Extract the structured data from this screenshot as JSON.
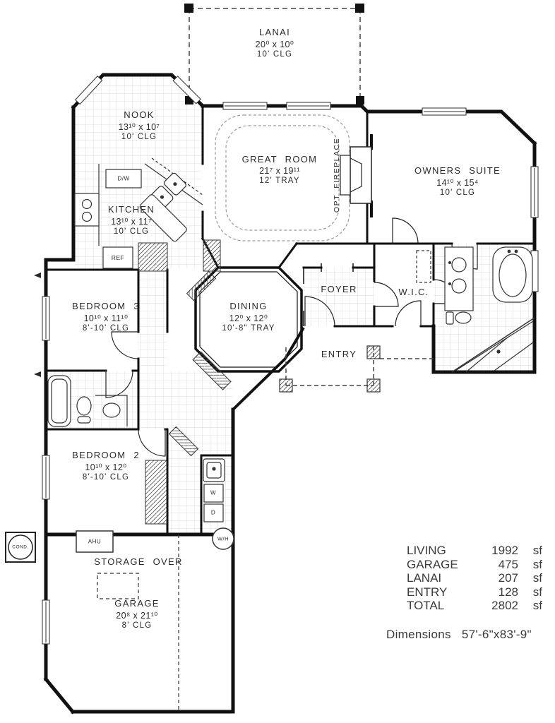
{
  "rooms": {
    "lanai": {
      "name": "LANAI",
      "dims": "20⁰ x 10⁰",
      "ceiling": "10' CLG"
    },
    "nook": {
      "name": "NOOK",
      "dims": "13¹⁰ x 10⁷",
      "ceiling": "10' CLG"
    },
    "great_room": {
      "name": "GREAT ROOM",
      "dims": "21⁷ x 19¹¹",
      "ceiling": "12' TRAY"
    },
    "owners_suite": {
      "name": "OWNERS SUITE",
      "dims": "14¹⁰ x 15⁴",
      "ceiling": "10' CLG"
    },
    "kitchen": {
      "name": "KITCHEN",
      "dims": "13¹⁰ x 11⁷",
      "ceiling": "10' CLG"
    },
    "bedroom3": {
      "name": "BEDROOM 3",
      "dims": "10¹⁰ x 11¹⁰",
      "ceiling": "8'-10' CLG"
    },
    "dining": {
      "name": "DINING",
      "dims": "12⁰ x 12⁰",
      "ceiling": "10'-8\" TRAY"
    },
    "foyer": {
      "name": "FOYER"
    },
    "wic": {
      "name": "W.I.C."
    },
    "entry": {
      "name": "ENTRY"
    },
    "bedroom2": {
      "name": "BEDROOM 2",
      "dims": "10¹⁰ x 12⁰",
      "ceiling": "8'-10' CLG"
    },
    "storage": {
      "name": "STORAGE OVER"
    },
    "garage": {
      "name": "GARAGE",
      "dims": "20⁸ x 21¹⁰",
      "ceiling": "8' CLG"
    }
  },
  "annotations": {
    "opt_fireplace": "OPT FIREPLACE",
    "dishwasher": "D/W",
    "refrigerator": "REF",
    "air_handler": "AHU",
    "washer": "W",
    "dryer": "D",
    "water_heater": "W/H",
    "condenser": "COND."
  },
  "area_summary": {
    "rows": [
      {
        "label": "LIVING",
        "value": "1992",
        "unit": "sf"
      },
      {
        "label": "GARAGE",
        "value": "475",
        "unit": "sf"
      },
      {
        "label": "LANAI",
        "value": "207",
        "unit": "sf"
      },
      {
        "label": "ENTRY",
        "value": "128",
        "unit": "sf"
      },
      {
        "label": "TOTAL",
        "value": "2802",
        "unit": "sf"
      }
    ],
    "dimensions_label": "Dimensions",
    "dimensions_value": "57'-6\"x83'-9\""
  },
  "colors": {
    "ink": "#2b2b2b",
    "tile_line": "#cccccc",
    "background": "#ffffff"
  }
}
